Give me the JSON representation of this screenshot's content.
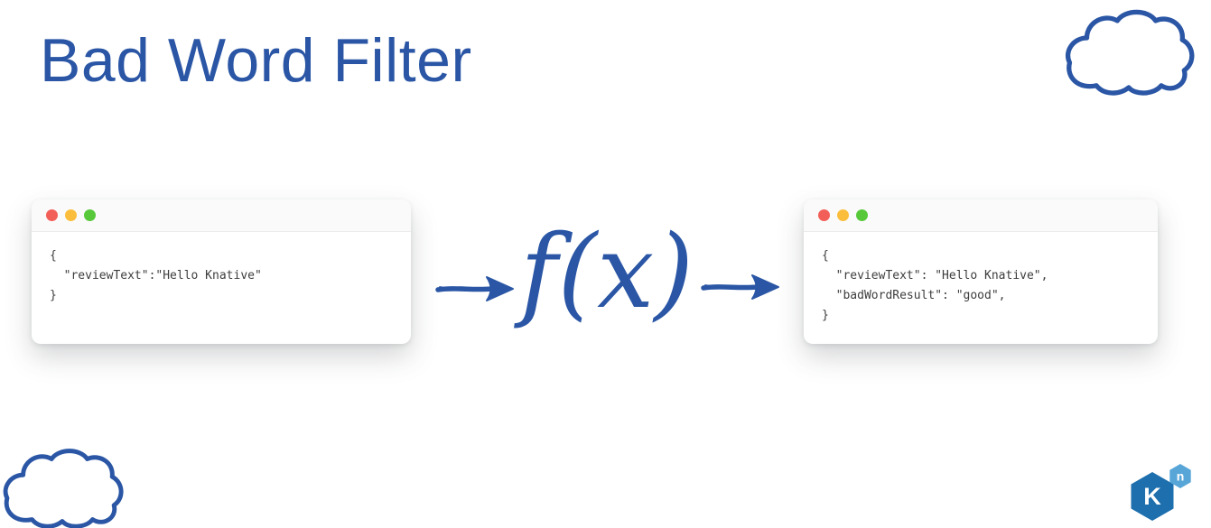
{
  "title": "Bad Word Filter",
  "function": {
    "label": "f(x)"
  },
  "windows": {
    "input": {
      "code_lines": [
        "{",
        "  \"reviewText\":\"Hello Knative\"",
        "}"
      ]
    },
    "output": {
      "code_lines": [
        "{",
        "  \"reviewText\": \"Hello Knative\",",
        "  \"badWordResult\": \"good\",",
        "}"
      ]
    }
  },
  "logo": {
    "main_letter": "K",
    "sub_letter": "n"
  },
  "icons": {
    "cloud_top_right": "cloud-outline-icon",
    "cloud_bottom_left": "cloud-outline-icon",
    "arrow_left": "right-arrow-icon",
    "arrow_right": "right-arrow-icon",
    "traffic_lights": [
      "close",
      "minimize",
      "zoom"
    ]
  },
  "colors": {
    "brand_blue": "#2a56a5",
    "traffic_red": "#f25f58",
    "traffic_yellow": "#fbbe3c",
    "traffic_green": "#58c83b",
    "knative_dark": "#1d6fad",
    "knative_light": "#58a6d8",
    "code_text": "#3d3d3d",
    "window_bg": "#ffffff"
  }
}
